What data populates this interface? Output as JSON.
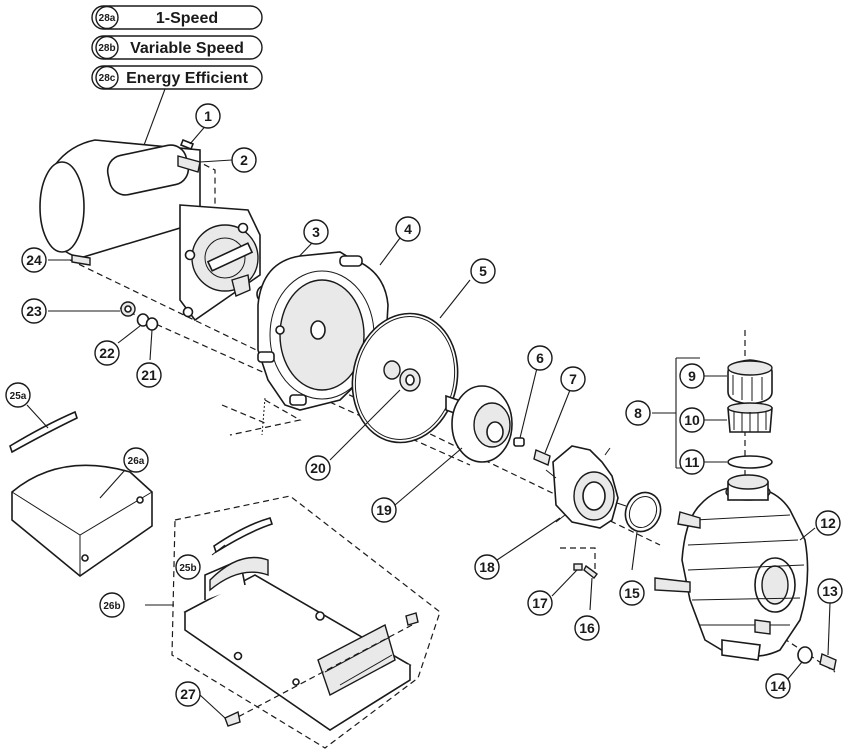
{
  "legend": [
    {
      "code": "28a",
      "label": "1-Speed"
    },
    {
      "code": "28b",
      "label": "Variable Speed"
    },
    {
      "code": "28c",
      "label": "Energy Efficient"
    }
  ],
  "callouts": {
    "c1": "1",
    "c2": "2",
    "c3": "3",
    "c4": "4",
    "c5": "5",
    "c6": "6",
    "c7": "7",
    "c8": "8",
    "c9": "9",
    "c10": "10",
    "c11": "11",
    "c12": "12",
    "c13": "13",
    "c14": "14",
    "c15": "15",
    "c16": "16",
    "c17": "17",
    "c18": "18",
    "c19": "19",
    "c20": "20",
    "c21": "21",
    "c22": "22",
    "c23": "23",
    "c24": "24",
    "c25a": "25a",
    "c25b": "25b",
    "c26a": "26a",
    "c26b": "26b",
    "c27": "27"
  }
}
